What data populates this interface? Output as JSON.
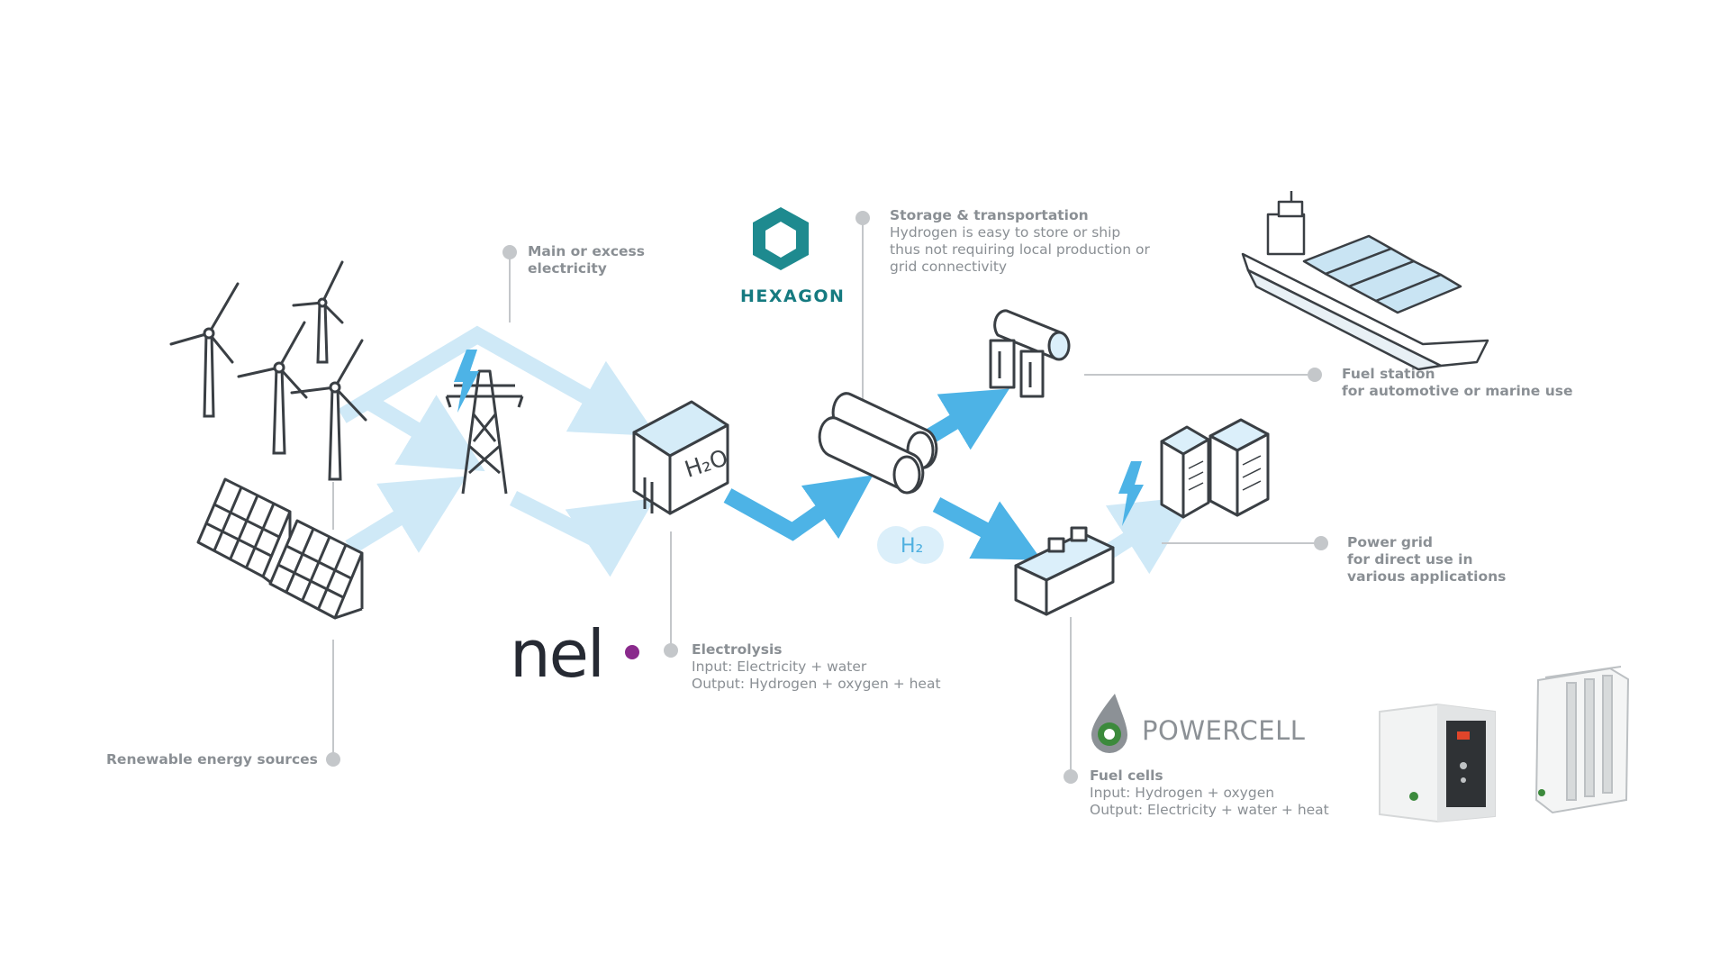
{
  "labels": {
    "renewable": {
      "title": "Renewable energy sources"
    },
    "main_electricity": {
      "title": "Main or excess",
      "line2": "electricity"
    },
    "storage": {
      "title": "Storage & transportation",
      "lines": [
        "Hydrogen is easy to store or ship",
        "thus not requiring local production or",
        "grid connectivity"
      ]
    },
    "fuel_station": {
      "title": "Fuel station",
      "line2": "for automotive or marine use"
    },
    "power_grid": {
      "title": "Power grid",
      "line2": "for direct use in",
      "line3": "various applications"
    },
    "electrolysis": {
      "title": "Electrolysis",
      "input": "Input: Electricity + water",
      "output": "Output: Hydrogen + oxygen + heat"
    },
    "fuel_cells": {
      "title": "Fuel cells",
      "input": "Input: Hydrogen + oxygen",
      "output": "Output: Electricity + water + heat"
    }
  },
  "logos": {
    "hexagon": "HEXAGON",
    "nel": "nel",
    "powercell": "POWERCELL"
  },
  "tags": {
    "h2": "H₂",
    "h2o": "H₂O"
  },
  "colors": {
    "arrow_light": "#cfe9f7",
    "arrow_dark": "#4db3e6",
    "connector": "#c4c7ca",
    "hexagon_teal": "#1e8a8f",
    "nel_dot": "#8a2a8c",
    "powercell_green": "#3c8a3c"
  }
}
